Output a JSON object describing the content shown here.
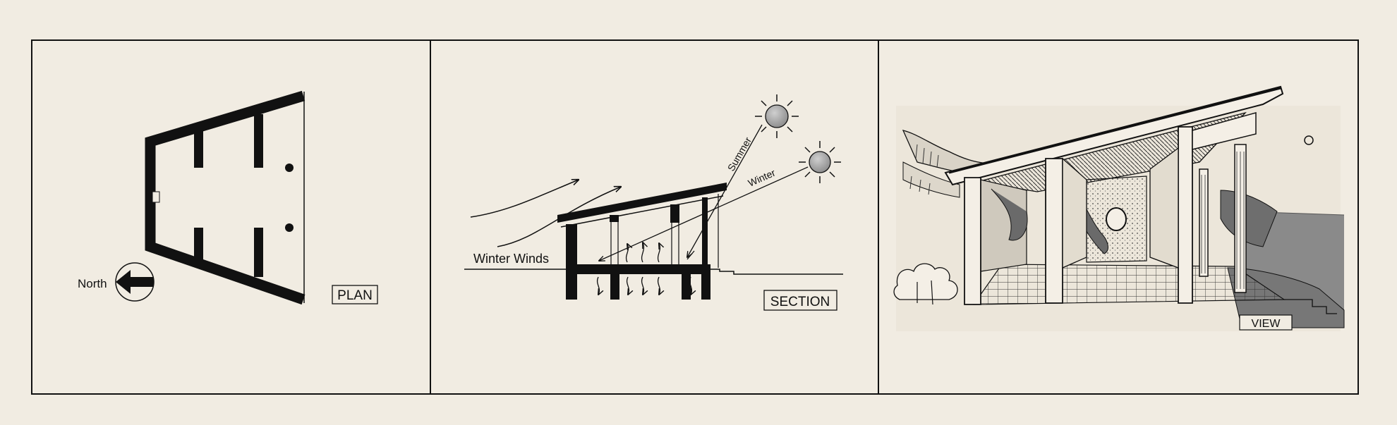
{
  "panels": {
    "plan": {
      "label": "PLAN",
      "north_label": "North"
    },
    "section": {
      "label": "SECTION",
      "wind_label": "Winter Winds",
      "summer_label": "Summer",
      "winter_label": "Winter"
    },
    "view": {
      "label": "VIEW"
    }
  },
  "colors": {
    "background": "#f1ece2",
    "ink": "#111111",
    "sun_fill": "#9a9a9a"
  }
}
